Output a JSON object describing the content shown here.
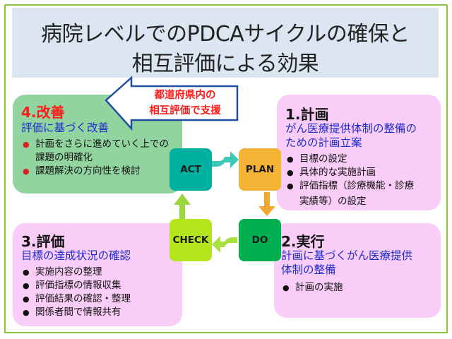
{
  "title": {
    "line1": "病院レベルでのPDCAサイクルの確保と",
    "line2": "相互評価による効果"
  },
  "callout": {
    "line1": "都道府県内の",
    "line2": "相互評価で支援"
  },
  "panels": {
    "act": {
      "heading": "4.改善",
      "subtitle": "評価に基づく改善",
      "items": [
        "計画をさらに進めていく上での",
        "課題の明確化",
        "課題解決の方向性を検討"
      ]
    },
    "plan": {
      "heading": "1.計画",
      "subtitle_line1": "がん医療提供体制の整備の",
      "subtitle_line2": "ための計画立案",
      "items": [
        "目標の設定",
        "具体的な実施計画",
        "評価指標（診療機能・診療",
        "実績等）の設定"
      ]
    },
    "check": {
      "heading": "3.評価",
      "subtitle": "目標の達成状況の確認",
      "items": [
        "実施内容の整理",
        "評価指標の情報収集",
        "評価結果の確認・整理",
        "関係者間で情報共有"
      ]
    },
    "do": {
      "heading": "2.実行",
      "subtitle_line1": "計画に基づくがん医療提供",
      "subtitle_line2": "体制の整備",
      "items": [
        "計画の実施"
      ]
    }
  },
  "cycle": {
    "act": "ACT",
    "plan": "PLAN",
    "do": "DO",
    "check": "CHECK"
  },
  "colors": {
    "title_bg": "#dce6f2",
    "act_panel": "#92d4a0",
    "pink_panel": "#f9cdf7",
    "act_box": "#00b0a0",
    "plan_box": "#f5b335",
    "do_box": "#00b050",
    "check_box": "#b5e61d",
    "arrow": "#3cc9b8",
    "red_text": "#ff1a1a",
    "blue_text": "#1f2ccc"
  }
}
